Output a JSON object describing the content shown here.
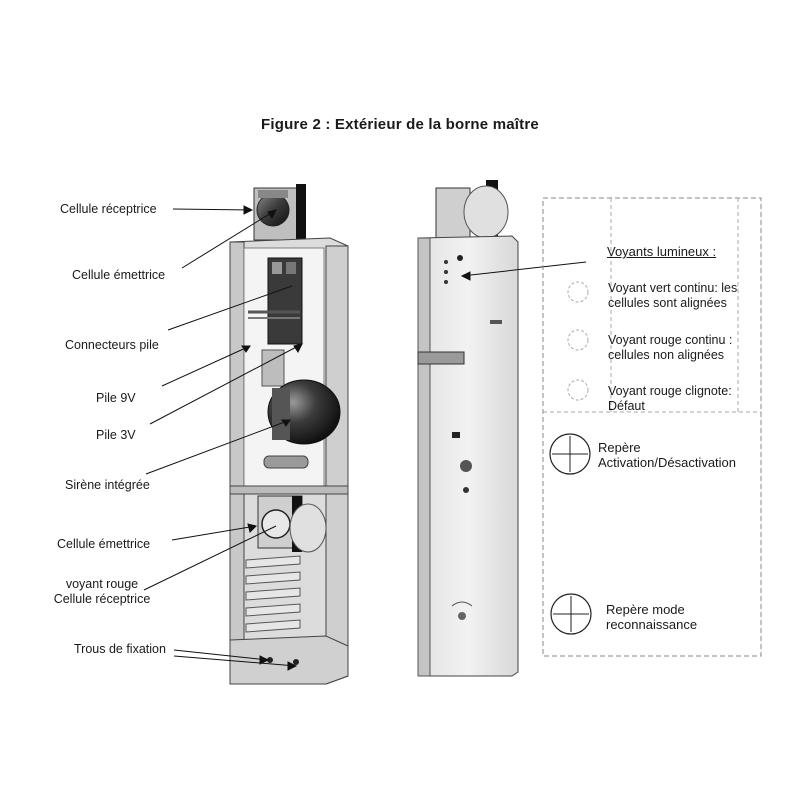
{
  "figure": {
    "title": "Figure 2 : Extérieur de la borne maître"
  },
  "left_labels": {
    "cellule_receptrice_top": "Cellule réceptrice",
    "cellule_emettrice_top": "Cellule émettrice",
    "connecteurs_pile": "Connecteurs pile",
    "pile_9v": "Pile 9V",
    "pile_3v": "Pile 3V",
    "sirene": "Sirène intégrée",
    "cellule_emettrice_bottom": "Cellule émettrice",
    "voyant_rouge_line1": "voyant rouge",
    "voyant_rouge_line2": "Cellule réceptrice",
    "trous_fixation": "Trous de fixation"
  },
  "legend": {
    "title": "Voyants lumineux :",
    "items": [
      {
        "line1": "Voyant vert  continu: les",
        "line2": "cellules sont alignées"
      },
      {
        "line1": "Voyant rouge continu :",
        "line2": "cellules non alignées"
      },
      {
        "line1": "Voyant rouge clignote:",
        "line2": "Défaut"
      }
    ],
    "marks": [
      {
        "line1": "Repère",
        "line2": "Activation/Désactivation"
      },
      {
        "line1": "Repère mode",
        "line2": "reconnaissance"
      }
    ]
  }
}
